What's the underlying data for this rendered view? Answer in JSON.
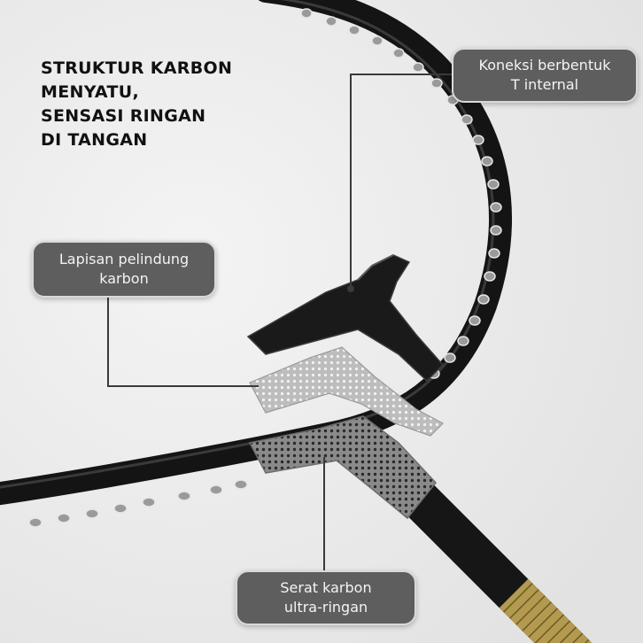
{
  "headline": {
    "lines": [
      "STRUKTUR KARBON",
      "MENYATU,",
      "SENSASI RINGAN",
      "DI TANGAN"
    ]
  },
  "callouts": {
    "t_joint": {
      "lines": [
        "Koneksi berbentuk",
        "T internal"
      ]
    },
    "protective_layer": {
      "lines": [
        "Lapisan pelindung",
        "karbon"
      ]
    },
    "carbon_fiber": {
      "lines": [
        "Serat karbon",
        "ultra-ringan"
      ]
    }
  },
  "colors": {
    "background": "#ececec",
    "frame": "#141414",
    "callout_fill": "#5e5e5e",
    "callout_border": "#d9d9d9",
    "gold_band": "#b8a25a",
    "leader_line": "#3a3a3a"
  }
}
